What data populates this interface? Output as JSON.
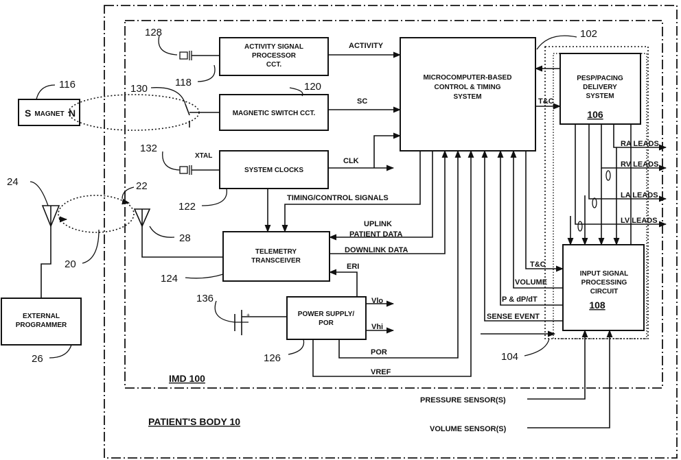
{
  "blocks": {
    "activity": [
      "ACTIVITY SIGNAL",
      "PROCESSOR",
      "CCT."
    ],
    "magnetic_switch": "MAGNETIC SWITCH CCT.",
    "system_clocks": "SYSTEM CLOCKS",
    "telemetry": [
      "TELEMETRY",
      "TRANSCEIVER"
    ],
    "power_supply": [
      "POWER SUPPLY/",
      "POR"
    ],
    "microcomputer": [
      "MICROCOMPUTER-BASED",
      "CONTROL & TIMING",
      "SYSTEM"
    ],
    "pesp": [
      "PESP/PACING",
      "DELIVERY",
      "SYSTEM"
    ],
    "pesp_num": "106",
    "input_signal": [
      "INPUT SIGNAL",
      "PROCESSING",
      "CIRCUIT"
    ],
    "input_num": "108",
    "external_programmer": [
      "EXTERNAL",
      "PROGRAMMER"
    ],
    "magnet": {
      "s": "S",
      "label": "MAGNET",
      "n": "N"
    }
  },
  "signals": {
    "activity": "ACTIVITY",
    "sc": "SC",
    "clk": "CLK",
    "xtal": "XTAL",
    "timing_control": "TIMING/CONTROL SIGNALS",
    "uplink": [
      "UPLINK",
      "PATIENT DATA"
    ],
    "downlink": "DOWNLINK DATA",
    "eri": "ERI",
    "vlo": "Vlo",
    "vhi": "Vhi",
    "por": "POR",
    "vref": "VREF",
    "tc_top": "T&C",
    "tc_input": "T&C",
    "volume": "VOLUME",
    "p_dpdt": "P & dP/dT",
    "sense_event": "SENSE EVENT",
    "ra_leads": "RA LEADS",
    "rv_leads": "RV LEADS",
    "la_leads": "LA LEADS",
    "lv_leads": "LV LEADS",
    "pressure_sensor": "PRESSURE SENSOR(S)",
    "volume_sensor": "VOLUME SENSOR(S)"
  },
  "refs": {
    "r128": "128",
    "r118": "118",
    "r116": "116",
    "r130": "130",
    "r120": "120",
    "r132": "132",
    "r122": "122",
    "r24": "24",
    "r22": "22",
    "r28": "28",
    "r20": "20",
    "r124": "124",
    "r136": "136",
    "r126": "126",
    "r26": "26",
    "r102": "102",
    "r104": "104"
  },
  "labels": {
    "imd": "IMD 100",
    "body": "PATIENT'S BODY 10"
  }
}
